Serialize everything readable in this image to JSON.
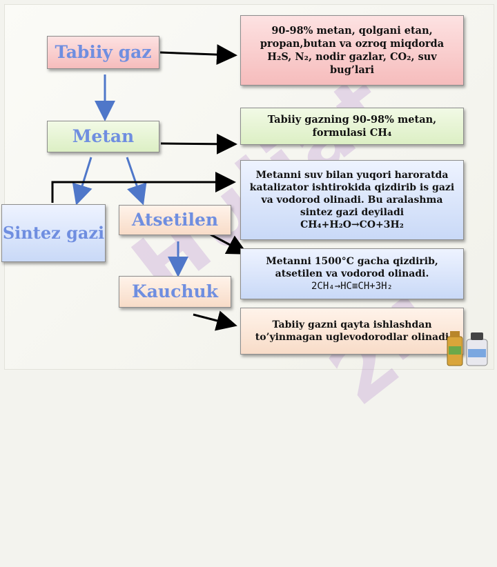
{
  "watermark": "Hujjat 24",
  "nodes": {
    "tabiiy_gaz": "Tabiiy gaz",
    "metan": "Metan",
    "sintez_gazi": "Sintez gazi",
    "atsetilen": "Atsetilen",
    "kauchuk": "Kauchuk"
  },
  "descriptions": {
    "tabiiy_gaz": "90-98% metan, qolgani etan, propan,butan va ozroq miqdorda H₂S, N₂, nodir gazlar, CO₂, suv bug’lari",
    "metan": "Tabiiy gazning 90-98% metan, formulasi CH₄",
    "sintez_gazi": "Metanni suv bilan yuqori haroratda katalizator ishtirokida qizdirib is gazi va vodorod olinadi. Bu aralashma sintez gazi deyiladi",
    "sintez_gazi_eq": "CH₄+H₂O→CO+3H₂",
    "atsetilen": "Metanni 1500°C gacha qizdirib, atsetilen va vodorod olinadi.",
    "atsetilen_eq": "2CH₄→HC≡CH+3H₂",
    "kauchuk": "Tabiiy gazni qayta ishlashdan to’yinmagan uglevodorodlar olinadi"
  }
}
